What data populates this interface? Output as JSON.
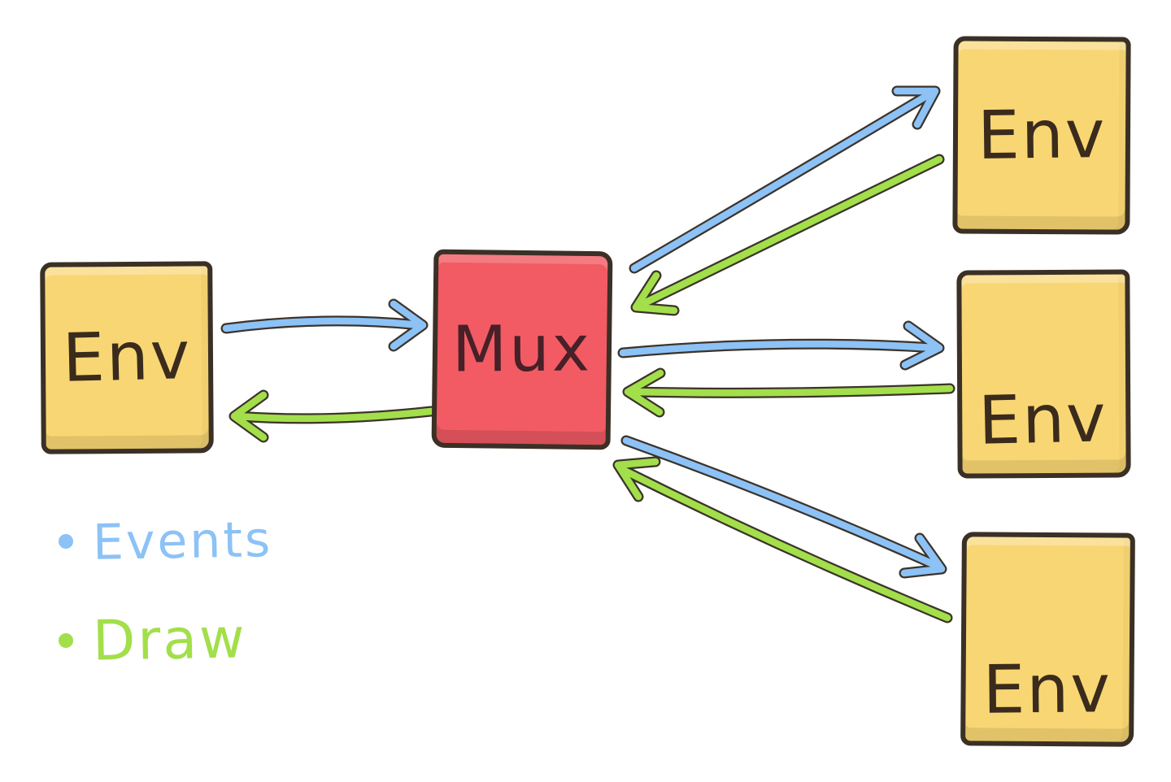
{
  "diagram": {
    "mux": {
      "label": "Mux"
    },
    "env_left": {
      "label": "Env"
    },
    "env_right_top": {
      "label": "Env"
    },
    "env_right_middle": {
      "label": "Env"
    },
    "env_right_bottom": {
      "label": "Env"
    },
    "legend": {
      "events_label": "Events",
      "draw_label": "Draw"
    },
    "colors": {
      "env_fill": "#f8d673",
      "mux_fill": "#f25b63",
      "outline": "#3a3026",
      "events_blue": "#8cc2f6",
      "draw_green": "#a2df4b",
      "label_text": "#3a2b1c"
    }
  }
}
